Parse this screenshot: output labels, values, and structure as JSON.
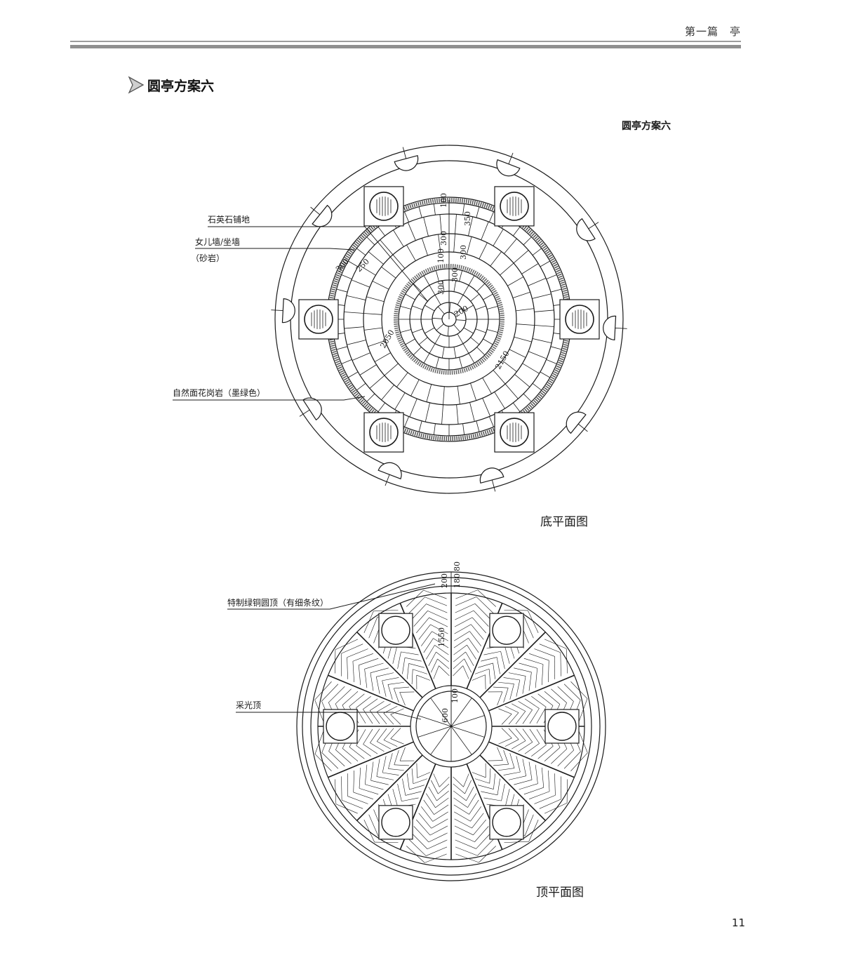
{
  "header": {
    "running_title": "第一篇　亭"
  },
  "section": {
    "title": "圆亭方案六"
  },
  "drawing_title": "圆亭方案六",
  "floor_plan": {
    "caption": "底平面图",
    "labels": {
      "quartz": "石英石铺地",
      "parapet": "女儿墙/坐墙",
      "sandstone": "（砂岩）",
      "granite": "自然面花岗岩（墨绿色）"
    },
    "dimensions": [
      "100",
      "350",
      "300",
      "100",
      "300",
      "300",
      "300",
      "250",
      "300",
      "200",
      "2050",
      "2150"
    ]
  },
  "roof_plan": {
    "caption": "顶平面图",
    "labels": {
      "dome": "特制绿铜圆顶（有细条纹）",
      "skylight": "采光顶"
    },
    "dimensions": [
      "80",
      "200",
      "180",
      "1550",
      "100",
      "600"
    ]
  },
  "page_number": "11"
}
